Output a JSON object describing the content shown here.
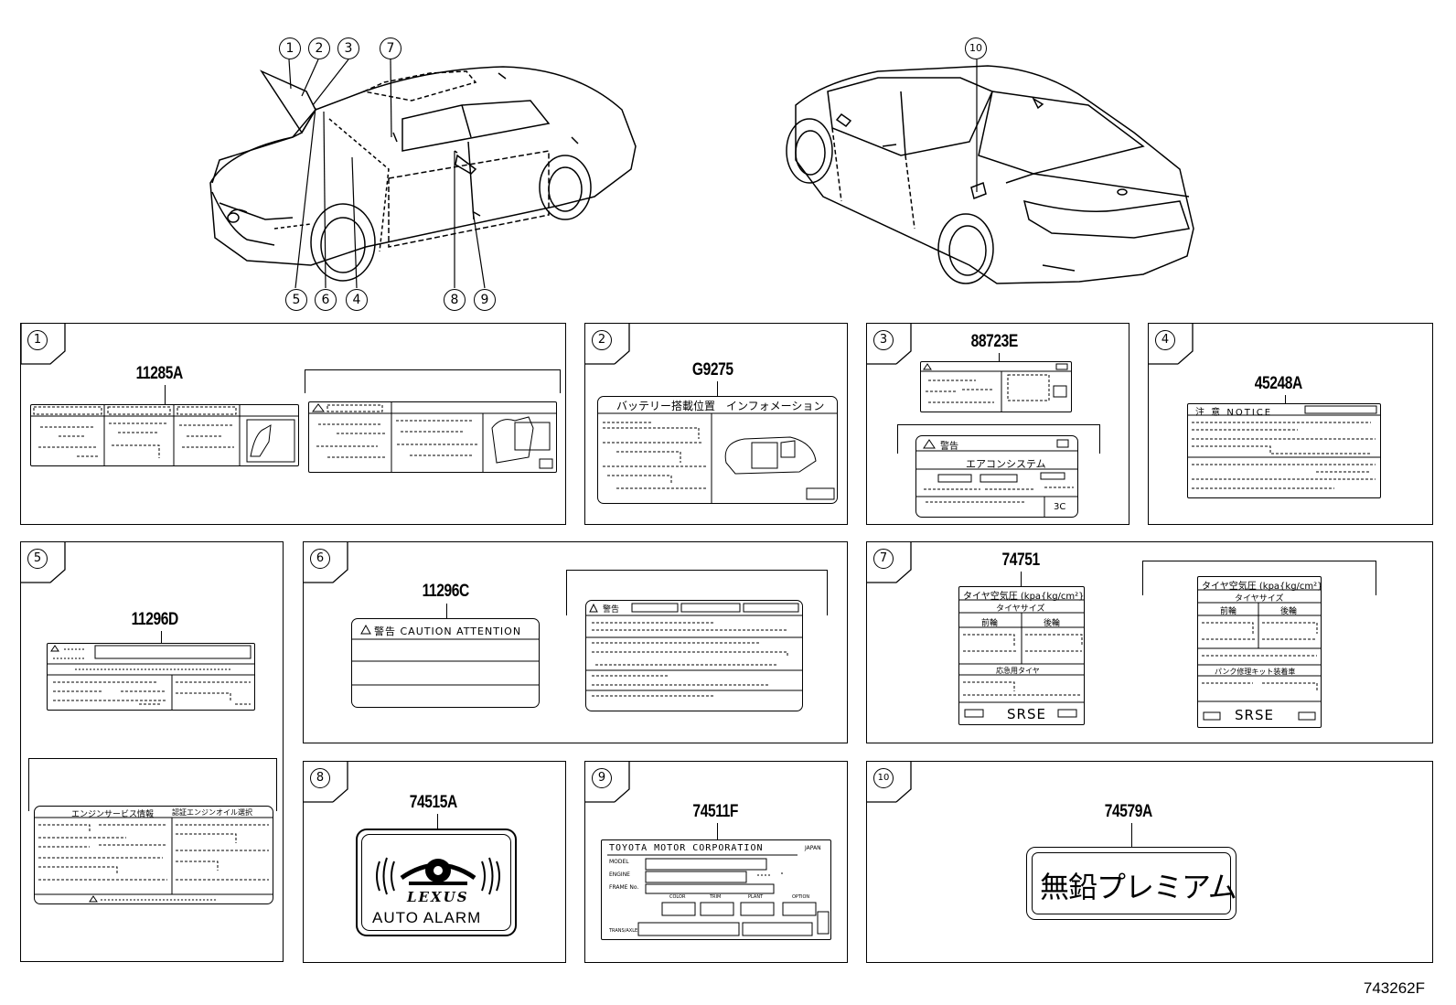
{
  "callouts_front": [
    "1",
    "2",
    "3",
    "7",
    "5",
    "6",
    "4",
    "8",
    "9"
  ],
  "callouts_rear": [
    "10"
  ],
  "panels": [
    {
      "num": "1",
      "part": "11285A"
    },
    {
      "num": "2",
      "part": "G9275"
    },
    {
      "num": "3",
      "part": "88723E"
    },
    {
      "num": "4",
      "part": "45248A"
    },
    {
      "num": "5",
      "part": "11296D"
    },
    {
      "num": "6",
      "part": "11296C"
    },
    {
      "num": "7",
      "part": "74751"
    },
    {
      "num": "8",
      "part": "74515A"
    },
    {
      "num": "9",
      "part": "74511F"
    },
    {
      "num": "10",
      "part": "74579A"
    }
  ],
  "labels": {
    "battery_title": "バッテリー搭載位置　インフォメーション",
    "aircon_warning": "警告",
    "aircon_system": "エアコンシステム",
    "aircon_code": "3C",
    "notice_header": "注 意  NOTICE",
    "caution_header": "警告  CAUTION  ATTENTION",
    "warning_short": "警告",
    "engine_service": "エンジンサービス情報",
    "engine_service_sub": "認証エンジンオイル選択",
    "tire_title": "タイヤ空気圧 (kpa{kg/cm²})",
    "tire_size": "タイヤサイズ",
    "front": "前輪",
    "rear": "後輪",
    "tire_title_b": "タイヤ空気圧 (kpa{kg/cm²})",
    "tire_size_b": "タイヤサイズ",
    "front_b": "前輪",
    "rear_b": "後輪",
    "emergency_tire": "応急用タイヤ",
    "puncture_kit": "パンク修理キット装着車",
    "srse": "SRSE",
    "srse_b": "SRSE",
    "lexus": "LEXUS",
    "auto_alarm": "AUTO ALARM",
    "toyota": "TOYOTA  MOTOR  CORPORATION",
    "japan": "JAPAN",
    "model": "MODEL",
    "engine": "ENGINE",
    "frame": "FRAME No.",
    "color": "COLOR",
    "trim": "TRIM",
    "plant": "PLANT",
    "option": "OPTION",
    "trans": "TRANS/AXLE",
    "premium": "無鉛プレミアム"
  },
  "drawing_id": "743262F"
}
